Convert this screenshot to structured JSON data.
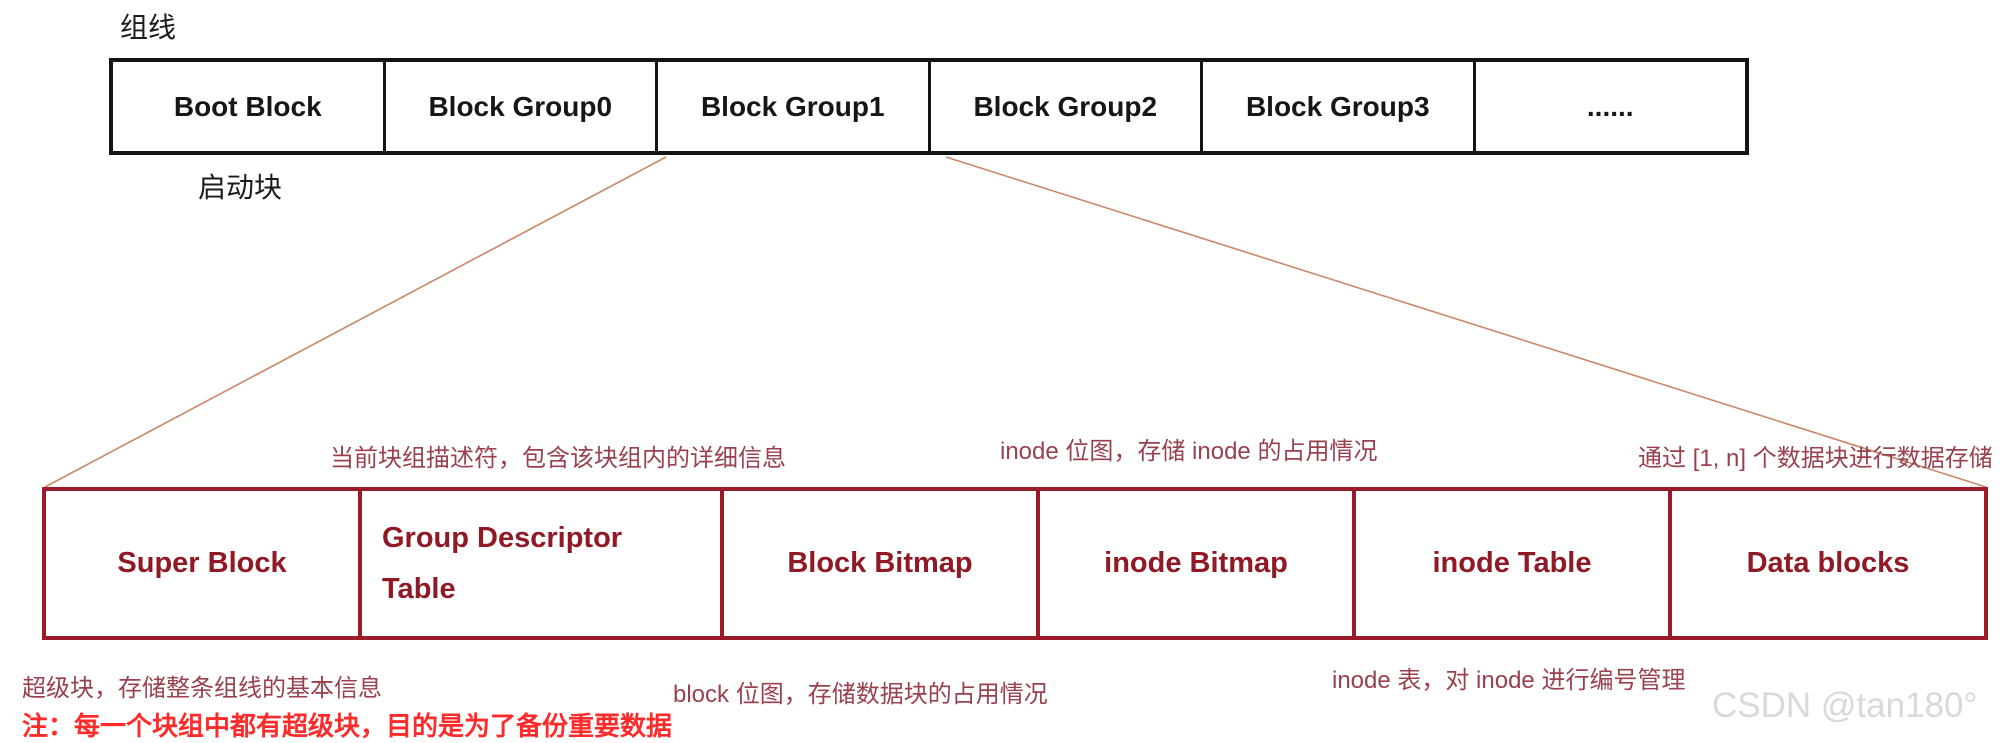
{
  "diagram": {
    "top_label": "组线",
    "boot_label": "启动块",
    "disk_row": {
      "cells": [
        "Boot Block",
        "Block Group0",
        "Block Group1",
        "Block Group2",
        "Block Group3",
        "......"
      ]
    },
    "group_row": {
      "cells": [
        "Super Block",
        "Group Descriptor Table",
        "Block Bitmap",
        "inode Bitmap",
        "inode Table",
        "Data blocks"
      ]
    },
    "annotations_top": {
      "group_descriptor": "当前块组描述符，包含该块组内的详细信息",
      "inode_bitmap": "inode 位图，存储 inode 的占用情况",
      "data_blocks": "通过 [1, n] 个数据块进行数据存储"
    },
    "annotations_bottom": {
      "super_block": "超级块，存储整条组线的基本信息",
      "block_bitmap": "block 位图，存储数据块的占用情况",
      "inode_table": "inode 表，对 inode 进行编号管理"
    },
    "note": "注：每一个块组中都有超级块，目的是为了备份重要数据",
    "watermark": "CSDN @tan180°",
    "colors": {
      "disk_border": "#141414",
      "group_border": "#9b1b2b",
      "group_text": "#8f1a26",
      "annotation": "#99414e",
      "line": "#c9886a",
      "note": "#ff2b2b",
      "watermark": "#d9d9d9"
    }
  }
}
